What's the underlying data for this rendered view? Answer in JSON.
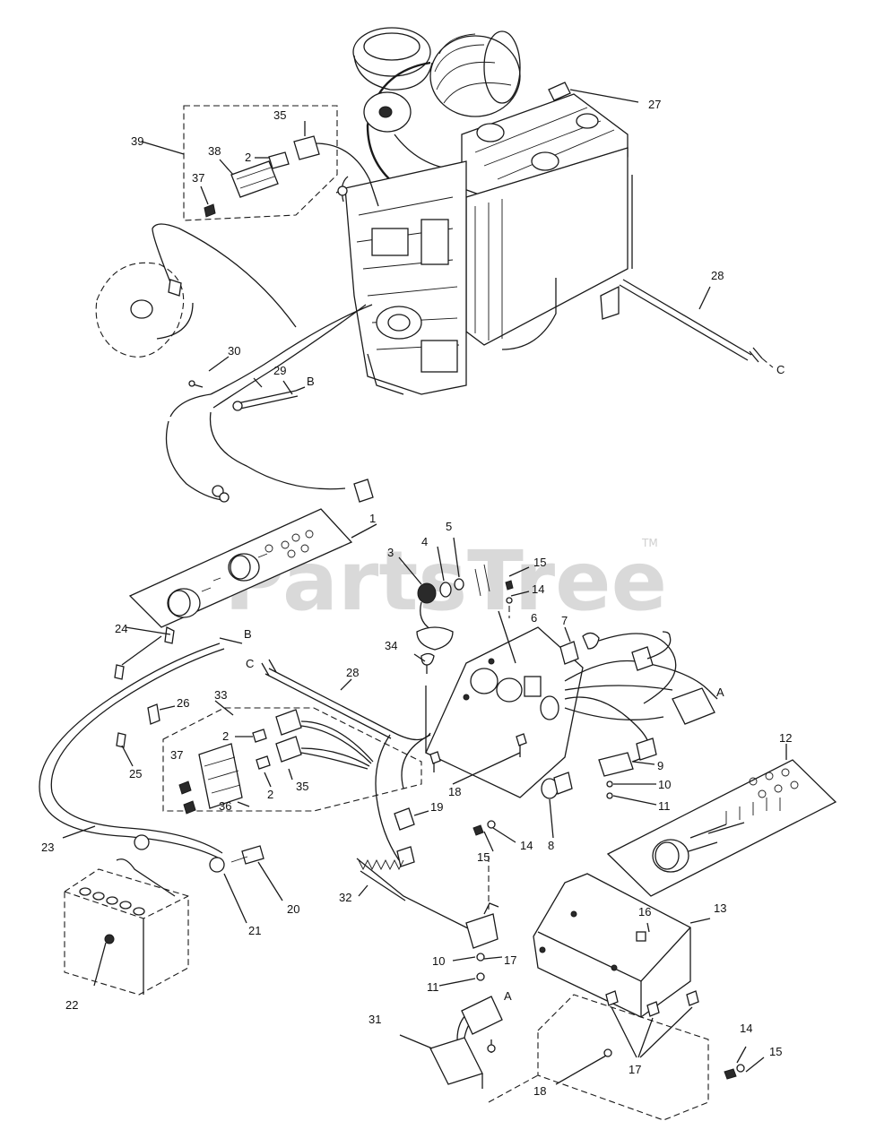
{
  "diagram": {
    "watermark": "PartsTree",
    "trademark": "TM",
    "callouts": [
      {
        "id": "c1",
        "text": "1"
      },
      {
        "id": "c2a",
        "text": "2"
      },
      {
        "id": "c2b",
        "text": "2"
      },
      {
        "id": "c2c",
        "text": "2"
      },
      {
        "id": "c3",
        "text": "3"
      },
      {
        "id": "c4",
        "text": "4"
      },
      {
        "id": "c5",
        "text": "5"
      },
      {
        "id": "c6",
        "text": "6"
      },
      {
        "id": "c7",
        "text": "7"
      },
      {
        "id": "c8",
        "text": "8"
      },
      {
        "id": "c9",
        "text": "9"
      },
      {
        "id": "c10a",
        "text": "10"
      },
      {
        "id": "c10b",
        "text": "10"
      },
      {
        "id": "c11a",
        "text": "11"
      },
      {
        "id": "c11b",
        "text": "11"
      },
      {
        "id": "c12",
        "text": "12"
      },
      {
        "id": "c13",
        "text": "13"
      },
      {
        "id": "c14a",
        "text": "14"
      },
      {
        "id": "c14b",
        "text": "14"
      },
      {
        "id": "c14c",
        "text": "14"
      },
      {
        "id": "c15a",
        "text": "15"
      },
      {
        "id": "c15b",
        "text": "15"
      },
      {
        "id": "c15c",
        "text": "15"
      },
      {
        "id": "c16",
        "text": "16"
      },
      {
        "id": "c17a",
        "text": "17"
      },
      {
        "id": "c17b",
        "text": "17"
      },
      {
        "id": "c18a",
        "text": "18"
      },
      {
        "id": "c18b",
        "text": "18"
      },
      {
        "id": "c19",
        "text": "19"
      },
      {
        "id": "c20",
        "text": "20"
      },
      {
        "id": "c21",
        "text": "21"
      },
      {
        "id": "c22",
        "text": "22"
      },
      {
        "id": "c23",
        "text": "23"
      },
      {
        "id": "c24",
        "text": "24"
      },
      {
        "id": "c25",
        "text": "25"
      },
      {
        "id": "c26",
        "text": "26"
      },
      {
        "id": "c27",
        "text": "27"
      },
      {
        "id": "c28a",
        "text": "28"
      },
      {
        "id": "c28b",
        "text": "28"
      },
      {
        "id": "c29",
        "text": "29"
      },
      {
        "id": "c30",
        "text": "30"
      },
      {
        "id": "c31",
        "text": "31"
      },
      {
        "id": "c32",
        "text": "32"
      },
      {
        "id": "c33",
        "text": "33"
      },
      {
        "id": "c34",
        "text": "34"
      },
      {
        "id": "c35a",
        "text": "35"
      },
      {
        "id": "c35b",
        "text": "35"
      },
      {
        "id": "c36",
        "text": "36"
      },
      {
        "id": "c37a",
        "text": "37"
      },
      {
        "id": "c37b",
        "text": "37"
      },
      {
        "id": "c38",
        "text": "38"
      },
      {
        "id": "c39",
        "text": "39"
      },
      {
        "id": "cA1",
        "text": "A"
      },
      {
        "id": "cA2",
        "text": "A"
      },
      {
        "id": "cB1",
        "text": "B"
      },
      {
        "id": "cB2",
        "text": "B"
      },
      {
        "id": "cC1",
        "text": "C"
      },
      {
        "id": "cC2",
        "text": "C"
      }
    ]
  }
}
